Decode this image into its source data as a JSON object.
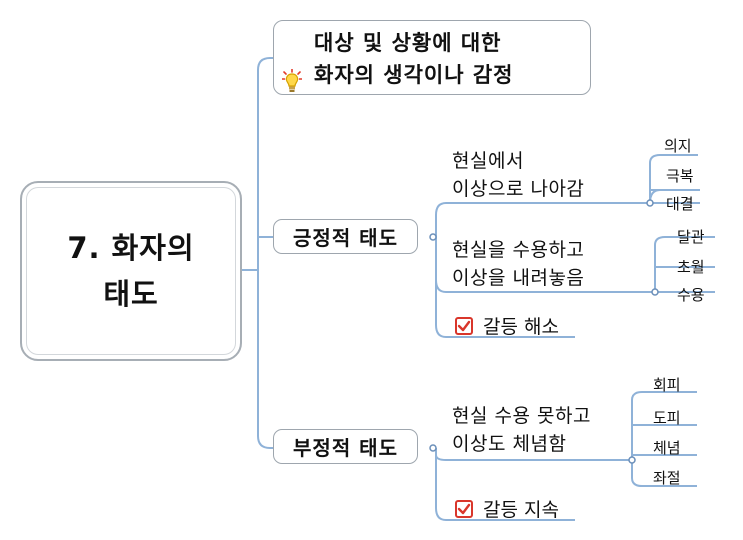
{
  "central": {
    "line1": "7. 화자의",
    "line2": "태도"
  },
  "top_note": {
    "line1": "대상 및 상황에 대한",
    "line2": "화자의 생각이나 감정",
    "icon": "lightbulb-icon"
  },
  "positive": {
    "label": "긍정적 태도",
    "sub1": {
      "line1": "현실에서",
      "line2": "이상으로 나아감",
      "leaves": [
        "의지",
        "극복",
        "대결"
      ]
    },
    "sub2": {
      "line1": "현실을 수용하고",
      "line2": "이상을 내려놓음",
      "leaves": [
        "달관",
        "초월",
        "수용"
      ]
    },
    "check": {
      "label": "갈등 해소",
      "icon": "checkbox-icon"
    }
  },
  "negative": {
    "label": "부정적 태도",
    "sub1": {
      "line1": "현실 수용 못하고",
      "line2": "이상도 체념함",
      "leaves": [
        "회피",
        "도피",
        "체념",
        "좌절"
      ]
    },
    "check": {
      "label": "갈등 지속",
      "icon": "checkbox-icon"
    }
  },
  "colors": {
    "line": "#8fb2d8",
    "line_dark": "#6b8fb9",
    "border": "#9ea6ae",
    "check": "#d9362b"
  }
}
